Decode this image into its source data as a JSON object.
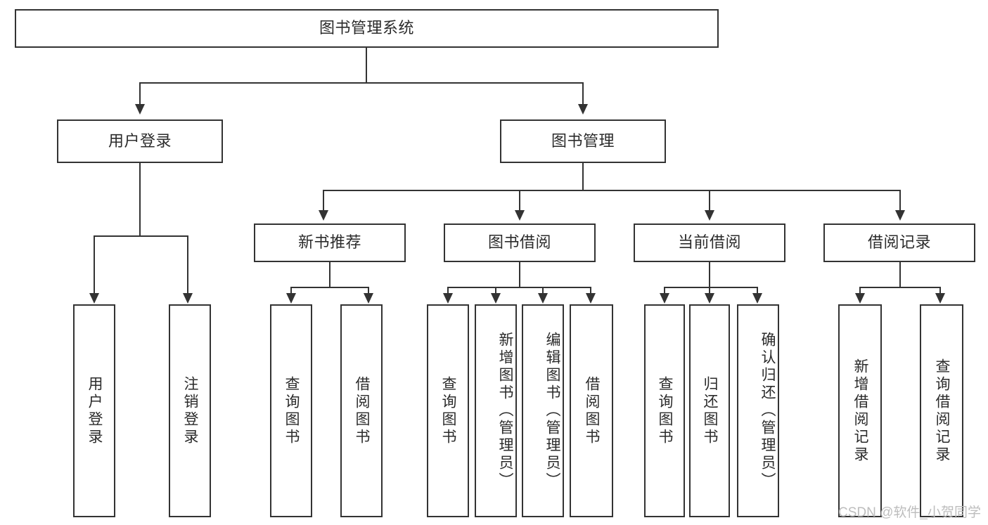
{
  "diagram": {
    "title": "图书管理系统",
    "type": "tree",
    "watermark": "CSDN @软件_小贺同学"
  },
  "nodes": {
    "root": {
      "label": "图书管理系统"
    },
    "level2": [
      {
        "id": "user-login",
        "label": "用户登录"
      },
      {
        "id": "book-manage",
        "label": "图书管理"
      }
    ],
    "level3": [
      {
        "id": "new-book-rec",
        "label": "新书推荐"
      },
      {
        "id": "book-borrow",
        "label": "图书借阅"
      },
      {
        "id": "current-borrow",
        "label": "当前借阅"
      },
      {
        "id": "borrow-record",
        "label": "借阅记录"
      }
    ],
    "leaves": {
      "user_login": [
        {
          "id": "leaf-user-login",
          "label": "用户登录"
        },
        {
          "id": "leaf-logout-login",
          "label": "注销登录"
        }
      ],
      "new_book_rec": [
        {
          "id": "leaf-query-book-1",
          "label": "查询图书"
        },
        {
          "id": "leaf-borrow-book-1",
          "label": "借阅图书"
        }
      ],
      "book_borrow": [
        {
          "id": "leaf-query-book-2",
          "label": "查询图书"
        },
        {
          "id": "leaf-add-book",
          "label": "新增图书（管理员）"
        },
        {
          "id": "leaf-edit-book",
          "label": "编辑图书（管理员）"
        },
        {
          "id": "leaf-borrow-book-2",
          "label": "借阅图书"
        }
      ],
      "current_borrow": [
        {
          "id": "leaf-query-book-3",
          "label": "查询图书"
        },
        {
          "id": "leaf-return-book",
          "label": "归还图书"
        },
        {
          "id": "leaf-confirm-return",
          "label": "确认归还（管理员）"
        }
      ],
      "borrow_record": [
        {
          "id": "leaf-add-record",
          "label": "新增借阅记录"
        },
        {
          "id": "leaf-query-record",
          "label": "查询借阅记录"
        }
      ]
    }
  },
  "colors": {
    "stroke": "#333333",
    "box_fill": "#ffffff",
    "text": "#2b2b2b",
    "watermark": "#bdbdbd",
    "background": "#ffffff"
  }
}
